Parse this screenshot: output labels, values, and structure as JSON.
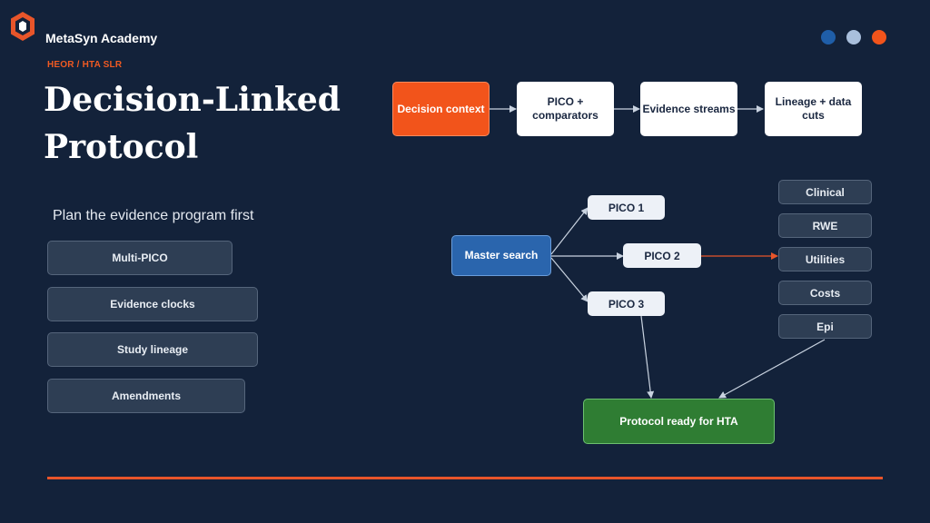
{
  "brand": {
    "name": "MetaSyn Academy",
    "logo_icon": "hexagon-logo-icon"
  },
  "nav_dots": [
    {
      "color": "#1f5ea8"
    },
    {
      "color": "#a9bfdc"
    },
    {
      "color": "#f2541b"
    }
  ],
  "slide": {
    "kicker": "HEOR / HTA SLR",
    "title": "Decision-Linked Protocol",
    "subtitle": "Plan the evidence program first",
    "bullets": [
      "Multi-PICO",
      "Evidence clocks",
      "Study lineage",
      "Amendments"
    ]
  },
  "flow": {
    "steps": [
      "Decision context",
      "PICO + comparators",
      "Evidence streams",
      "Lineage + data cuts"
    ]
  },
  "tree": {
    "master": "Master search",
    "picos": [
      "PICO 1",
      "PICO 2",
      "PICO 3"
    ],
    "streams": [
      "Clinical",
      "RWE",
      "Utilities",
      "Costs",
      "Epi"
    ],
    "outcome": "Protocol ready for HTA"
  },
  "colors": {
    "background": "#13223a",
    "accent": "#f2541b",
    "master": "#2a65ad",
    "outcome": "#2f7d33"
  }
}
